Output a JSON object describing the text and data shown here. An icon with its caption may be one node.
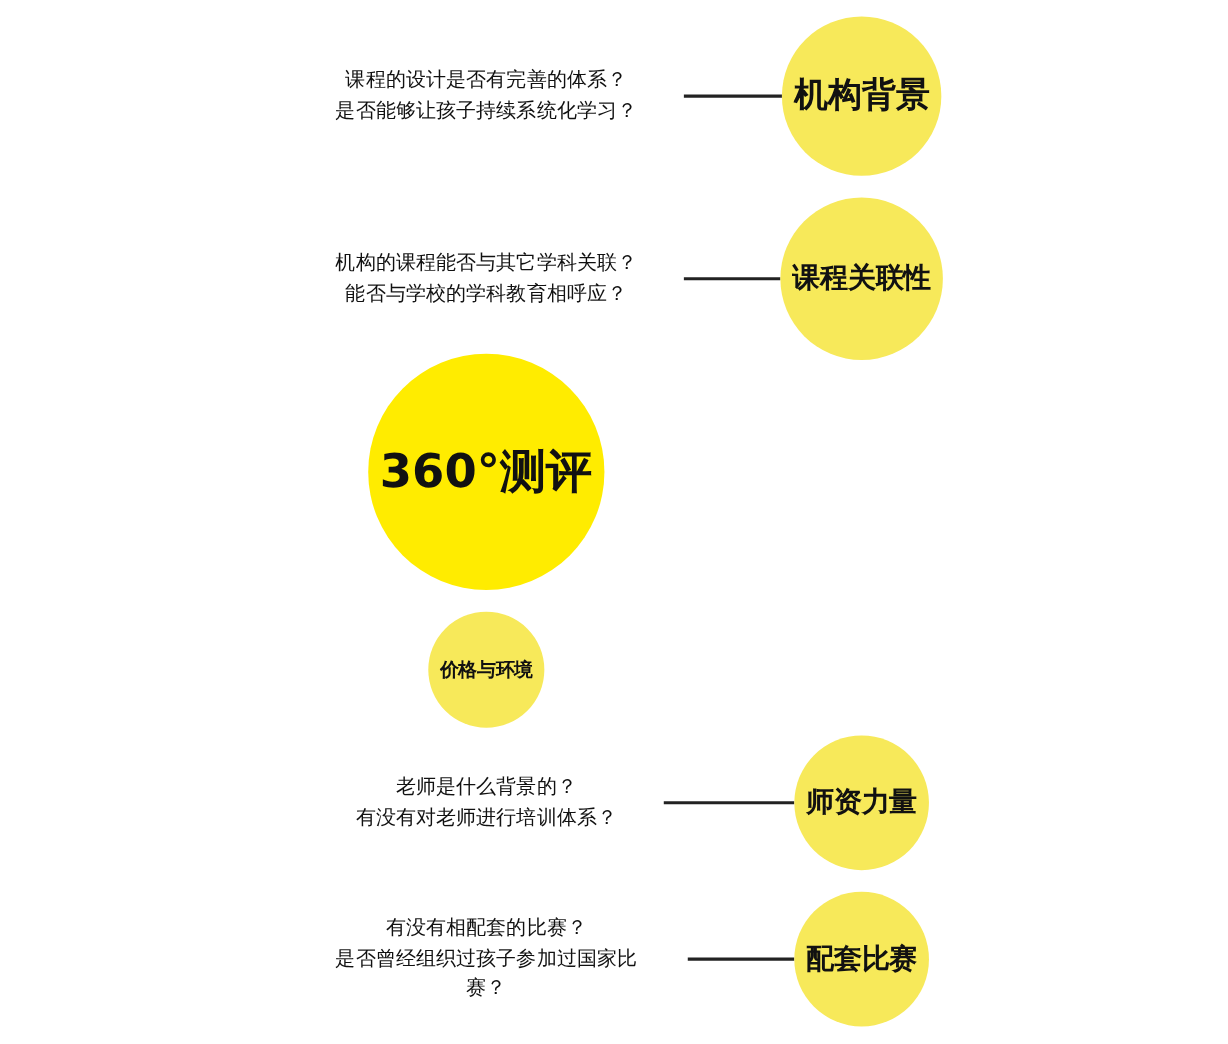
{
  "diagram": {
    "nodes": [
      {
        "text": [
          "课程的设计是否有完善的体系？",
          "是否能够让孩子持续系统化学习？"
        ]
      },
      {
        "text": [
          "机构的课程能否与其它学科关联？",
          "能否与学校的学科教育相呼应？"
        ]
      },
      {
        "text": [
          "课程关联性"
        ]
      },
      {
        "text": [
          "机构背景"
        ]
      },
      {
        "text": [
          "360°测评"
        ]
      },
      {
        "text": [
          "价格与环境"
        ]
      },
      {
        "text": [
          "老师是什么背景的？",
          "有没有对老师进行培训体系？"
        ]
      },
      {
        "text": [
          "师资力量"
        ]
      },
      {
        "text": [
          "有没有相配套的比赛？",
          "是否曾经组织过孩子参加过国家比赛？"
        ]
      },
      {
        "text": [
          "配套比赛"
        ]
      }
    ],
    "edges": [
      {
        "from": 0,
        "to": 3,
        "arrow": "none"
      },
      {
        "from": 1,
        "to": 2,
        "arrow": "none"
      },
      {
        "from": 6,
        "to": 7,
        "arrow": "none"
      },
      {
        "from": 8,
        "to": 9,
        "arrow": "none"
      }
    ]
  }
}
